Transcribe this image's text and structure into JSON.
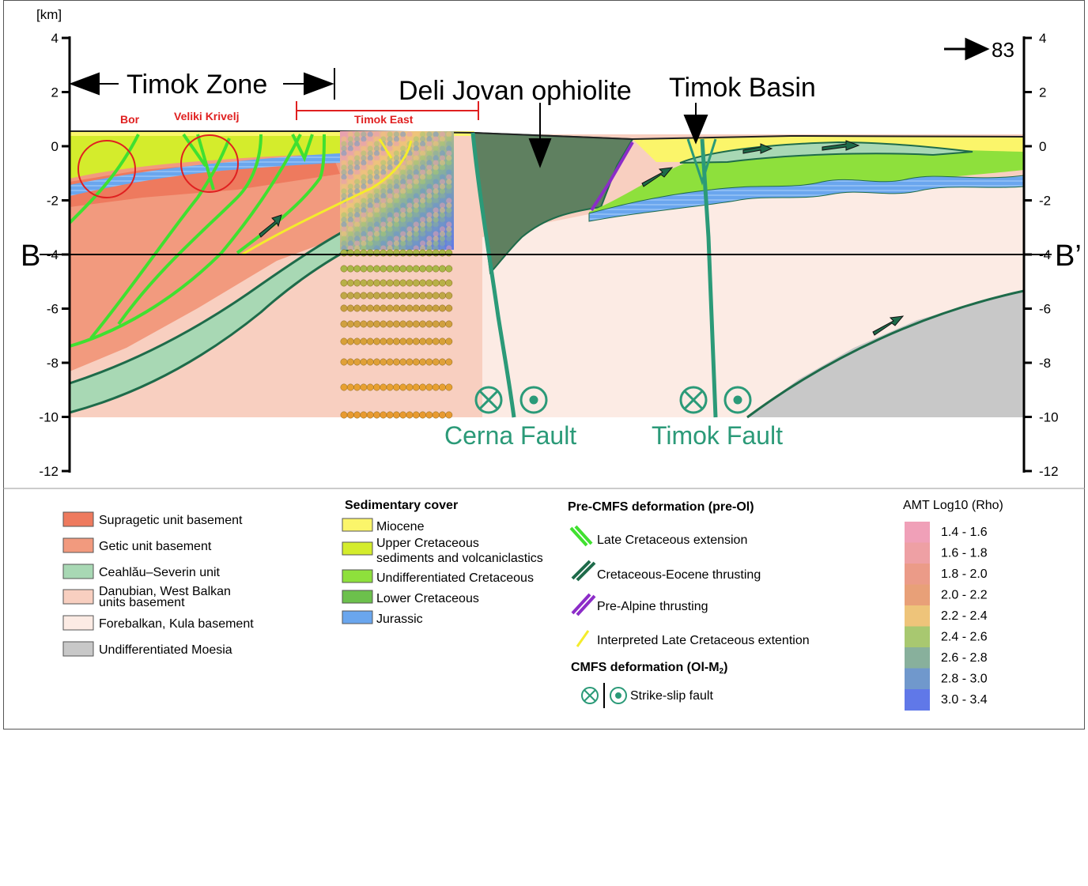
{
  "section": {
    "y_axis_unit": "[km]",
    "y_ticks": [
      "4",
      "2",
      "0",
      "-2",
      "-4",
      "-6",
      "-8",
      "-10",
      "-12"
    ],
    "right_ticks": [
      "4",
      "2",
      "0",
      "-2",
      "-4",
      "-6",
      "-8",
      "-10",
      "-12"
    ],
    "profile_start": "B",
    "profile_end": "B’",
    "direction_label": "83",
    "zone_label": "Timok Zone",
    "bor_label": "Bor",
    "veliki_krivelj_label": "Veliki Krivelj",
    "timok_east_label": "Timok East",
    "deli_jovan_label": "Deli Jovan ophiolite",
    "timok_basin_label": "Timok Basin",
    "cerna_fault_label": "Cerna Fault",
    "timok_fault_label": "Timok Fault"
  },
  "legend_basement": {
    "items": [
      {
        "label": "Supragetic unit basement",
        "color": "#ee7a5e"
      },
      {
        "label": "Getic unit basement",
        "color": "#f29a7e"
      },
      {
        "label": "Ceahlău–Severin unit",
        "color": "#a8d8b4"
      },
      {
        "label": "Danubian, West Balkan",
        "label2": "units basement",
        "color": "#f8cfc0"
      },
      {
        "label": "Forebalkan, Kula basement",
        "color": "#fcebe4"
      },
      {
        "label": "Undifferentiated Moesia",
        "color": "#c8c8c8"
      }
    ]
  },
  "legend_sediment": {
    "title": "Sedimentary cover",
    "items": [
      {
        "label": "Miocene",
        "color": "#fbf56a"
      },
      {
        "label": "Upper Cretaceous",
        "label2": "sediments and volcaniclastics",
        "color": "#d4ec2c"
      },
      {
        "label": "Undifferentiated Cretaceous",
        "color": "#8ee03c"
      },
      {
        "label": "Lower Cretaceous",
        "color": "#6cc04c"
      },
      {
        "label": "Jurassic",
        "color": "#6aa6ee"
      }
    ]
  },
  "legend_deformation": {
    "title_pre": "Pre-CMFS deformation (pre-Ol)",
    "late_cret_ext": "Late Cretaceous extension",
    "cret_eocene": "Cretaceous-Eocene thrusting",
    "pre_alpine": "Pre-Alpine thrusting",
    "interpreted": "Interpreted Late Cretaceous extention",
    "title_cmfs": "CMFS deformation (Ol-M",
    "title_cmfs_sub": "2",
    "title_cmfs_end": ")",
    "strike_slip": "Strike-slip fault"
  },
  "legend_amt": {
    "title": "AMT Log10 (Rho)",
    "items": [
      {
        "label": "1.4 - 1.6",
        "color": "#f0a0b8"
      },
      {
        "label": "1.6 - 1.8",
        "color": "#eea0a4"
      },
      {
        "label": "1.8 - 2.0",
        "color": "#eb9b88"
      },
      {
        "label": "2.0 - 2.2",
        "color": "#e8a078"
      },
      {
        "label": "2.2 - 2.4",
        "color": "#eec47a"
      },
      {
        "label": "2.4 - 2.6",
        "color": "#a8c870"
      },
      {
        "label": "2.6 - 2.8",
        "color": "#88b09c"
      },
      {
        "label": "2.8 - 3.0",
        "color": "#7098cc"
      },
      {
        "label": "3.0 - 3.4",
        "color": "#6078e8"
      }
    ]
  }
}
